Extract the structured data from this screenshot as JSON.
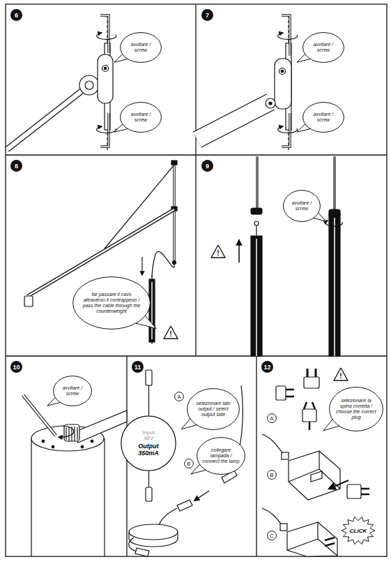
{
  "diagram": {
    "nodes": [
      {
        "text": [
          "6"
        ]
      },
      {
        "text": [
          "avvitare / screw"
        ]
      },
      {
        "text": [
          "avvitare / screw"
        ]
      },
      {
        "text": [
          "7"
        ]
      },
      {
        "text": [
          "avvitare / screw"
        ]
      },
      {
        "text": [
          "avvitare / screw"
        ]
      },
      {
        "text": [
          "8"
        ]
      },
      {
        "text": [
          "far passare il cavo attraverso il contrappeso / pass the cable through the counterweight"
        ]
      },
      {
        "text": [
          "!"
        ]
      },
      {
        "text": [
          "9"
        ]
      },
      {
        "text": [
          "avvitare / screw"
        ]
      },
      {
        "text": [
          "!"
        ]
      },
      {
        "text": [
          "10"
        ]
      },
      {
        "text": [
          "avvitare / screw"
        ]
      },
      {
        "text": [
          "11"
        ]
      },
      {
        "text": [
          "A"
        ]
      },
      {
        "text": [
          "selezionare lato output / select output side"
        ]
      },
      {
        "text": [
          "Input 48V",
          "Output 350mA"
        ]
      },
      {
        "text": [
          "B"
        ]
      },
      {
        "text": [
          "collegare lampada / connect the lamp"
        ]
      },
      {
        "text": [
          "12"
        ]
      },
      {
        "text": [
          "!"
        ]
      },
      {
        "text": [
          "selezionare la spina corretta / choose the correct plug"
        ]
      },
      {
        "text": [
          "A"
        ]
      },
      {
        "text": [
          "B"
        ]
      },
      {
        "text": [
          "C"
        ]
      },
      {
        "text": [
          "CLICK"
        ]
      }
    ]
  }
}
